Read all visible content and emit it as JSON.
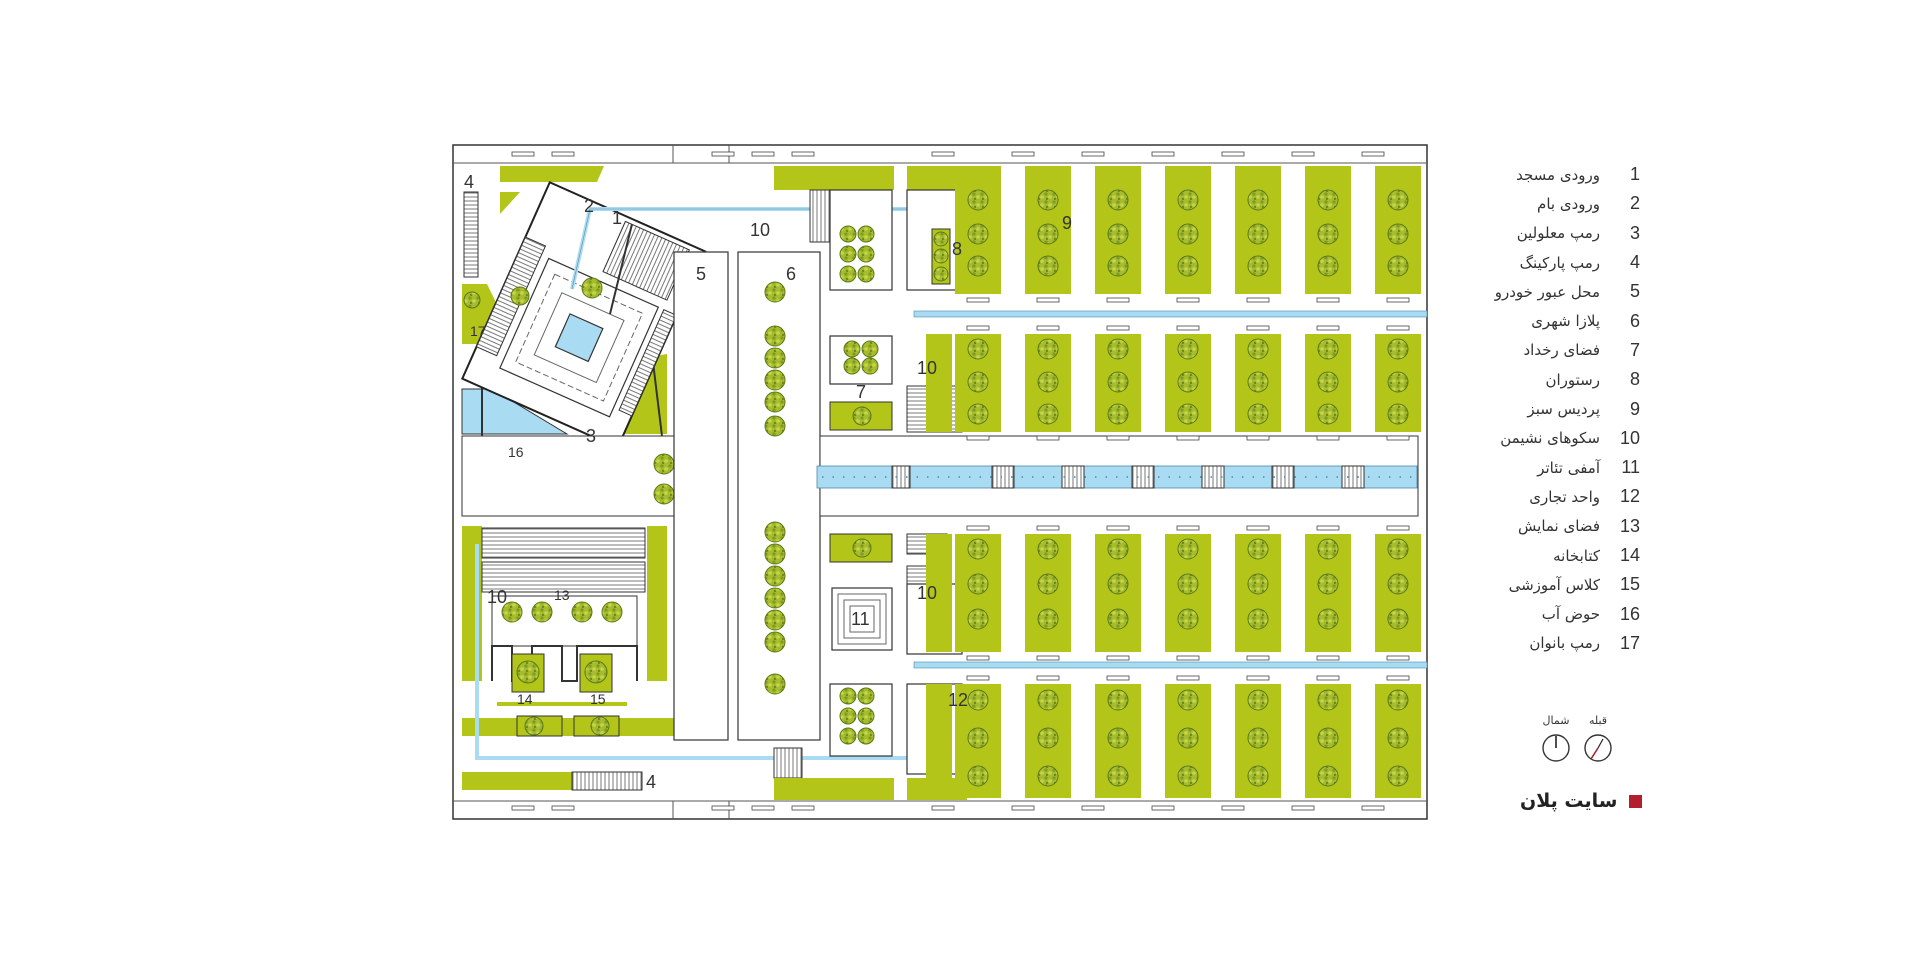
{
  "colors": {
    "lawn": "#b4c51a",
    "tree": "#8fa830",
    "water": "#a9dcf3",
    "line": "#222222",
    "accent": "#b21f2d"
  },
  "plan_labels": {
    "l1": "1",
    "l2": "2",
    "l3": "3",
    "l4a": "4",
    "l4b": "4",
    "l5": "5",
    "l6": "6",
    "l7": "7",
    "l8": "8",
    "l9": "9",
    "l10a": "10",
    "l10b": "10",
    "l10c": "10",
    "l10d": "10",
    "l11": "11",
    "l12": "12",
    "l13": "13",
    "l14": "14",
    "l15": "15",
    "l16": "16",
    "l17": "17"
  },
  "legend": [
    {
      "num": "1",
      "label": "ورودی مسجد"
    },
    {
      "num": "2",
      "label": "ورودی بام"
    },
    {
      "num": "3",
      "label": "رمپ معلولین"
    },
    {
      "num": "4",
      "label": "رمپ پارکینگ"
    },
    {
      "num": "5",
      "label": "محل عبور خودرو"
    },
    {
      "num": "6",
      "label": "پلازا شهری"
    },
    {
      "num": "7",
      "label": "فضای رخداد"
    },
    {
      "num": "8",
      "label": "رستوران"
    },
    {
      "num": "9",
      "label": "پردیس سبز"
    },
    {
      "num": "10",
      "label": "سکوهای نشیمن"
    },
    {
      "num": "11",
      "label": "آمفی تئاتر"
    },
    {
      "num": "12",
      "label": "واحد تجاری"
    },
    {
      "num": "13",
      "label": "فضای نمایش"
    },
    {
      "num": "14",
      "label": "کتابخانه"
    },
    {
      "num": "15",
      "label": "کلاس آموزشی"
    },
    {
      "num": "16",
      "label": "حوض آب"
    },
    {
      "num": "17",
      "label": "رمپ بانوان"
    }
  ],
  "compass": {
    "north_label": "شمال",
    "qibla_label": "قبله"
  },
  "title": "سایت پلان"
}
